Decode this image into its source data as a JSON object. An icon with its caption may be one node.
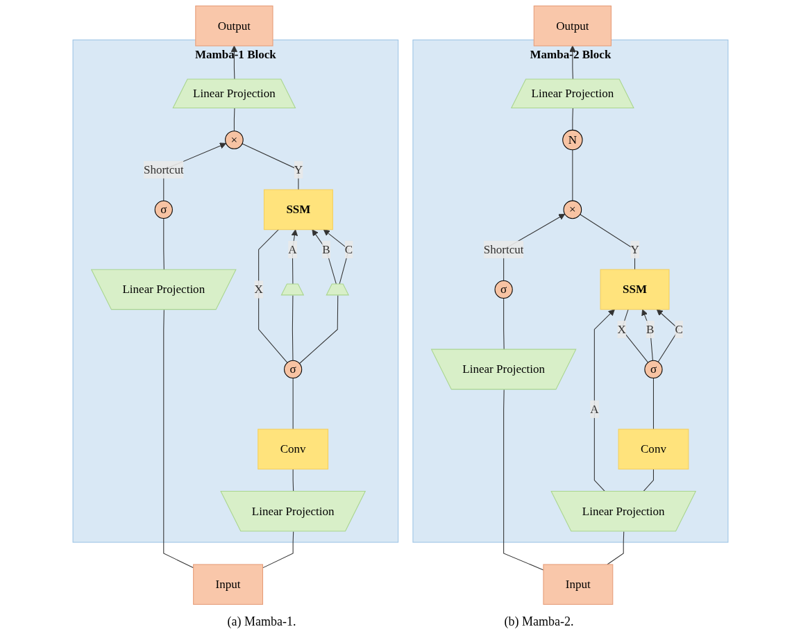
{
  "diagram": {
    "nodes": [
      {
        "text": [
          "Output"
        ]
      },
      {
        "text": [
          "Mamba-1 Block"
        ]
      },
      {
        "text": [
          "Linear Projection"
        ],
        "in": 1
      },
      {
        "text": [
          "×"
        ],
        "in": 1
      },
      {
        "text": [
          "SSM"
        ],
        "in": 1
      },
      {
        "text": [],
        "shape": "box",
        "in": 1
      },
      {
        "text": [],
        "shape": "box",
        "in": 1
      },
      {
        "text": [
          "σ"
        ],
        "in": 1
      },
      {
        "text": [
          "Conv"
        ],
        "in": 1
      },
      {
        "text": [
          "Linear Projection"
        ],
        "in": 1
      },
      {
        "text": [
          "σ"
        ],
        "in": 1
      },
      {
        "text": [
          "Linear Projection"
        ],
        "in": 1
      },
      {
        "text": [
          "Input"
        ]
      },
      {
        "text": [
          "Output"
        ]
      },
      {
        "text": [
          "Mamba-2 Block"
        ]
      },
      {
        "text": [
          "Linear Projection"
        ],
        "in": 14
      },
      {
        "text": [
          "N"
        ],
        "in": 14
      },
      {
        "text": [
          "×"
        ],
        "in": 14
      },
      {
        "text": [
          "SSM"
        ],
        "in": 14
      },
      {
        "text": [
          "σ"
        ],
        "in": 14
      },
      {
        "text": [
          "Conv"
        ],
        "in": 14
      },
      {
        "text": [
          "Linear Projection"
        ],
        "in": 14
      },
      {
        "text": [
          "σ"
        ],
        "in": 14
      },
      {
        "text": [
          "Linear Projection"
        ],
        "in": 14
      },
      {
        "text": [
          "Input"
        ]
      }
    ],
    "edges": [
      {
        "from": 12,
        "to": 9,
        "arrow": "none"
      },
      {
        "from": 12,
        "to": 11,
        "arrow": "none"
      },
      {
        "from": 9,
        "to": 8,
        "arrow": "none"
      },
      {
        "from": 8,
        "to": 7,
        "arrow": "none"
      },
      {
        "from": 7,
        "to": 4,
        "arrow": "none",
        "label": "X"
      },
      {
        "from": 7,
        "to": 5,
        "arrow": "none"
      },
      {
        "from": 7,
        "to": 6,
        "arrow": "none"
      },
      {
        "from": 5,
        "to": 4,
        "arrow": "to",
        "label": "A"
      },
      {
        "from": 6,
        "to": 4,
        "arrow": "to",
        "label": "B"
      },
      {
        "from": 6,
        "to": 4,
        "arrow": "to",
        "label": "C"
      },
      {
        "from": 11,
        "to": 10,
        "arrow": "none"
      },
      {
        "from": 10,
        "to": 3,
        "arrow": "to",
        "label": "Shortcut"
      },
      {
        "from": 4,
        "to": 3,
        "arrow": "none",
        "label": "Y"
      },
      {
        "from": 3,
        "to": 2,
        "arrow": "none"
      },
      {
        "from": 2,
        "to": 0,
        "arrow": "to"
      },
      {
        "from": 24,
        "to": 21,
        "arrow": "none"
      },
      {
        "from": 24,
        "to": 23,
        "arrow": "none"
      },
      {
        "from": 21,
        "to": 20,
        "arrow": "none"
      },
      {
        "from": 20,
        "to": 19,
        "arrow": "none"
      },
      {
        "from": 21,
        "to": 18,
        "arrow": "to",
        "label": "A"
      },
      {
        "from": 19,
        "to": 18,
        "arrow": "none",
        "label": "X"
      },
      {
        "from": 19,
        "to": 18,
        "arrow": "to",
        "label": "B"
      },
      {
        "from": 19,
        "to": 18,
        "arrow": "to",
        "label": "C"
      },
      {
        "from": 23,
        "to": 22,
        "arrow": "none"
      },
      {
        "from": 22,
        "to": 17,
        "arrow": "to",
        "label": "Shortcut"
      },
      {
        "from": 18,
        "to": 17,
        "arrow": "none",
        "label": "Y"
      },
      {
        "from": 17,
        "to": 16,
        "arrow": "none"
      },
      {
        "from": 16,
        "to": 15,
        "arrow": "none"
      },
      {
        "from": 15,
        "to": 13,
        "arrow": "to"
      }
    ],
    "labels": [
      "(a) Mamba-1.",
      "(b) Mamba-2."
    ]
  }
}
